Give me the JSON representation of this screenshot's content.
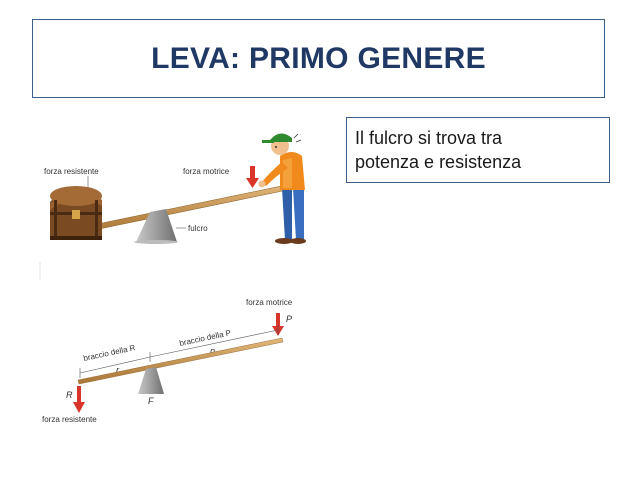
{
  "title": "LEVA: PRIMO GENERE",
  "note": {
    "line1": "Il fulcro si trova tra",
    "line2": "potenza e resistenza"
  },
  "top_illustration": {
    "force_resistant": "forza resistente",
    "force_motor": "forza motrice",
    "fulcrum": "fulcro"
  },
  "bottom_illustration": {
    "force_motor": "forza motrice",
    "force_resistant": "forza resistente",
    "arm_r": "braccio della R",
    "arm_p": "braccio della P",
    "r_small": "r",
    "p_small": "p",
    "R": "R",
    "P": "P",
    "F": "F"
  },
  "colors": {
    "title": "#1f3864",
    "border": "#3b5f88",
    "force_arrow": "#d9352b",
    "plank": "#c9954f",
    "fulcrum": "#9a9a9a"
  }
}
